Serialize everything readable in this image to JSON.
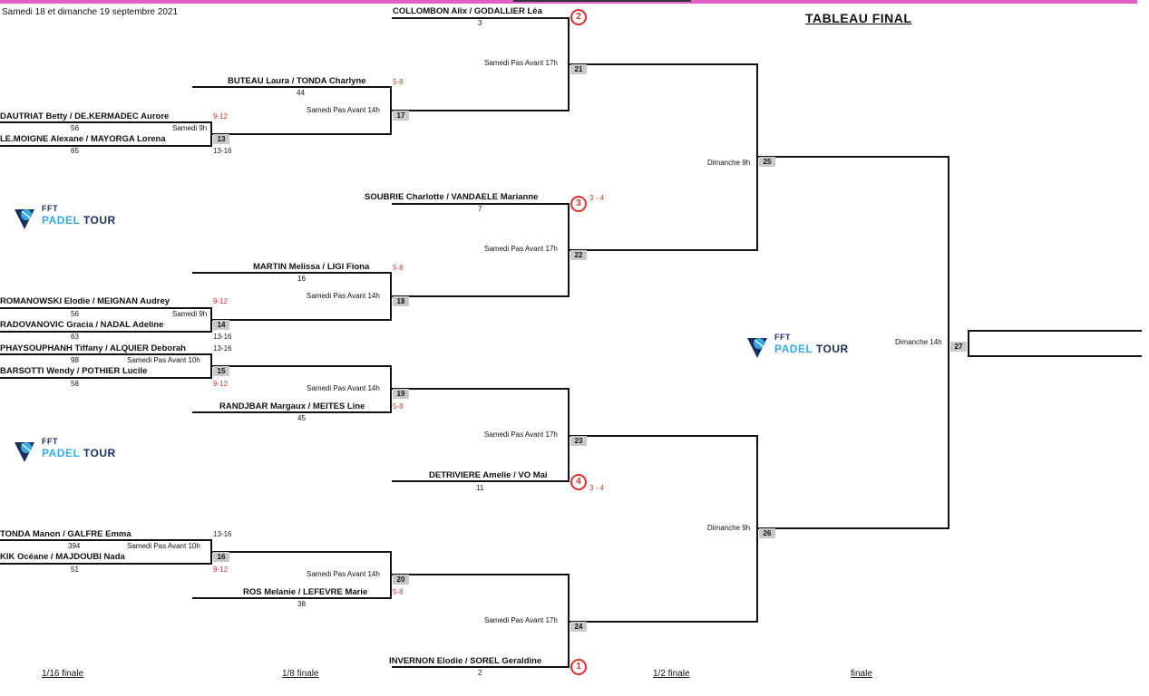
{
  "header": {
    "date": "Samedi 18 et dimanche 19 septembre 2021",
    "title": "TABLEAU  FINAL"
  },
  "rounds": {
    "r16": "1/16 finale",
    "r8": "1/8 finale",
    "semi": "1/2 finale",
    "final": "finale"
  },
  "logo": {
    "fft": "FFT",
    "padel": "PADEL",
    "tour": "TOUR"
  },
  "teams": {
    "collombon": "COLLOMBON Alix / GODALLIER Léa",
    "buteau": "BUTEAU Laura / TONDA Charlyne",
    "dautriat": "DAUTRIAT Betty / DE.KERMADEC Aurore",
    "lemoigne": "LE.MOIGNE Alexane / MAYORGA Lorena",
    "soubrie": "SOUBRIE Charlotte / VANDAELE Marianne",
    "martin": "MARTIN Melissa / LIGI Fiona",
    "romanowski": "ROMANOWSKI Elodie / MEIGNAN Audrey",
    "radovanovic": "RADOVANOVIC Gracia / NADAL Adeline",
    "phaysouphanh": "PHAYSOUPHANH Tiffany / ALQUIER Deborah",
    "barsotti": "BARSOTTI Wendy / POTHIER Lucile",
    "randjbar": "RANDJBAR Margaux / MEITES Line",
    "detriviere": "DETRIVIERE Amelie / VO Mai",
    "tonda": "TONDA Manon / GALFRE Emma",
    "kik": "KIK Océane / MAJDOUBI Nada",
    "ros": "ROS Melanie / LEFEVRE Marie",
    "invernon": "INVERNON Elodie / SOREL Geraldine"
  },
  "ranks": {
    "collombon": "3",
    "buteau": "44",
    "dautriat": "56",
    "lemoigne": "65",
    "soubrie": "7",
    "martin": "16",
    "romanowski": "56",
    "radovanovic": "63",
    "phaysouphanh": "98",
    "barsotti": "58",
    "randjbar": "45",
    "detriviere": "11",
    "tonda": "394",
    "kik": "51",
    "ros": "38",
    "invernon": "2"
  },
  "seeds": {
    "collombon": "2",
    "soubrie": "3",
    "detriviere": "4",
    "invernon": "1"
  },
  "ranges": {
    "r58": "5-8",
    "r912": "9-12",
    "r1316": "13-16",
    "r34": "3 - 4"
  },
  "schedule": {
    "sat9": "Samedi 9h",
    "sat10": "Samedi Pas Avant 10h",
    "sat14": "Samedi Pas Avant 14h",
    "sat17": "Samedi Pas Avant 17h",
    "sun9": "Dimanche 9h",
    "sun14": "Dimanche 14h"
  },
  "matches": {
    "m13": "13",
    "m14": "14",
    "m15": "15",
    "m16": "16",
    "m17": "17",
    "m18": "18",
    "m19": "19",
    "m20": "20",
    "m21": "21",
    "m22": "22",
    "m23": "23",
    "m24": "24",
    "m25": "25",
    "m26": "26",
    "m27": "27"
  },
  "colors": {
    "seed_red": "#d93030",
    "range_red": "#c0392b",
    "header_pink": "#e060c8",
    "match_gray": "#c9c9c9",
    "logo_blue": "#3aa8e0",
    "logo_navy": "#1a2f5c"
  }
}
